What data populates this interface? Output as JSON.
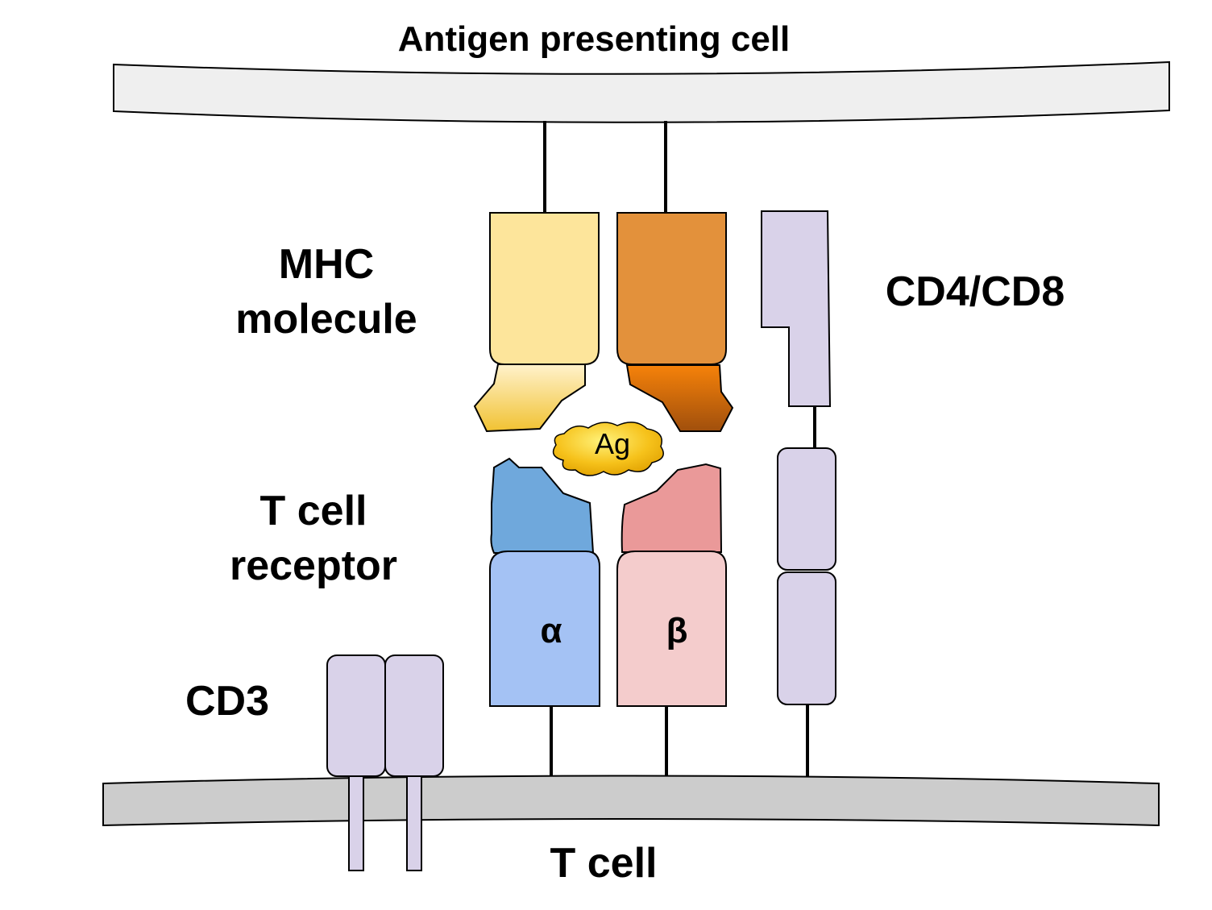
{
  "labels": {
    "apc": "Antigen presenting cell",
    "mhc_line1": "MHC",
    "mhc_line2": "molecule",
    "cd4cd8": "CD4/CD8",
    "antigen": "Ag",
    "tcr_line1": "T cell",
    "tcr_line2": "receptor",
    "alpha": "α",
    "beta": "β",
    "cd3": "CD3",
    "tcell": "T cell"
  },
  "colors": {
    "apc_membrane": "#efefef",
    "tcell_membrane": "#cccccc",
    "mhc_alpha_body": "#fde59b",
    "mhc_beta_body": "#e3913b",
    "antigen": "#f7c31a",
    "tcr_alpha_top": "#6fa8dc",
    "tcr_alpha_body": "#a4c2f4",
    "tcr_beta_top": "#ea9999",
    "tcr_beta_body": "#f4cccc",
    "coreceptor": "#d9d2e9"
  }
}
